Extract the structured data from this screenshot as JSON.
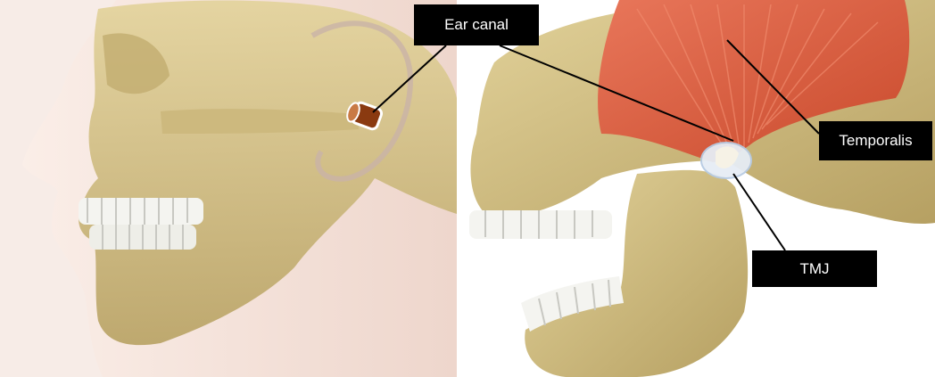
{
  "labels": {
    "ear_canal": "Ear canal",
    "temporalis": "Temporalis",
    "tmj": "TMJ"
  },
  "colors": {
    "bone": "#d8c48a",
    "bone_shadow": "#a89456",
    "skin": "#f4e3dc",
    "muscle": "#e0603c",
    "teeth": "#f4f4f0",
    "ear_canal_tube": "#8a3a10",
    "label_bg": "#000000",
    "label_text": "#ffffff"
  }
}
